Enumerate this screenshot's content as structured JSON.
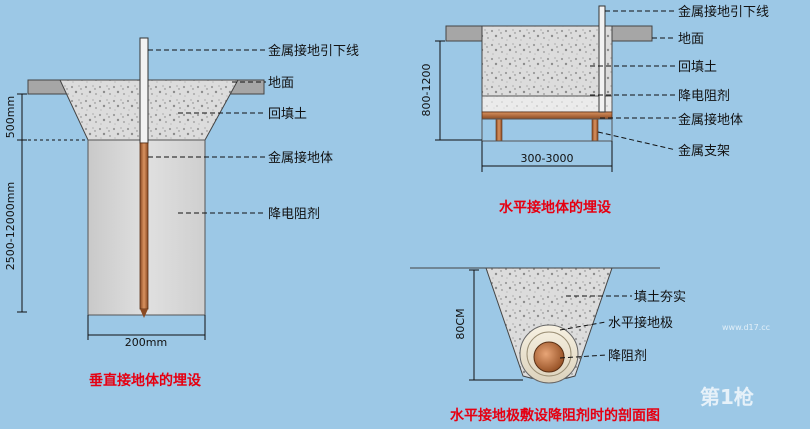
{
  "vertical": {
    "caption": "垂直接地体的埋设",
    "labels": {
      "down_lead": "金属接地引下线",
      "ground": "地面",
      "backfill": "回填土",
      "electrode": "金属接地体",
      "resistance_reducer": "降电阻剂"
    },
    "dims": {
      "depth_top": "500mm",
      "depth_main": "2500-12000mm",
      "width": "200mm"
    }
  },
  "horizontal": {
    "caption": "水平接地体的埋设",
    "labels": {
      "down_lead": "金属接地引下线",
      "ground": "地面",
      "backfill": "回填土",
      "resistance_reducer": "降电阻剂",
      "electrode": "金属接地体",
      "bracket": "金属支架"
    },
    "dims": {
      "depth": "800-1200",
      "width": "300-3000"
    }
  },
  "cross_section": {
    "caption": "水平接地极敷设降阻剂时的剖面图",
    "labels": {
      "compacted_fill": "填土夯实",
      "electrode": "水平接地极",
      "reducer": "降阻剂"
    },
    "dims": {
      "depth": "80CM"
    }
  },
  "watermark": {
    "brand": "第1枪",
    "url": "www.d17.cc"
  },
  "colors": {
    "background": "#9cc8e6",
    "caption": "#e60012",
    "copper": "#b86a3b",
    "concrete": "#d0d0d0",
    "ground_slab": "#a6a6a6",
    "reducer": "#f2ead8"
  }
}
